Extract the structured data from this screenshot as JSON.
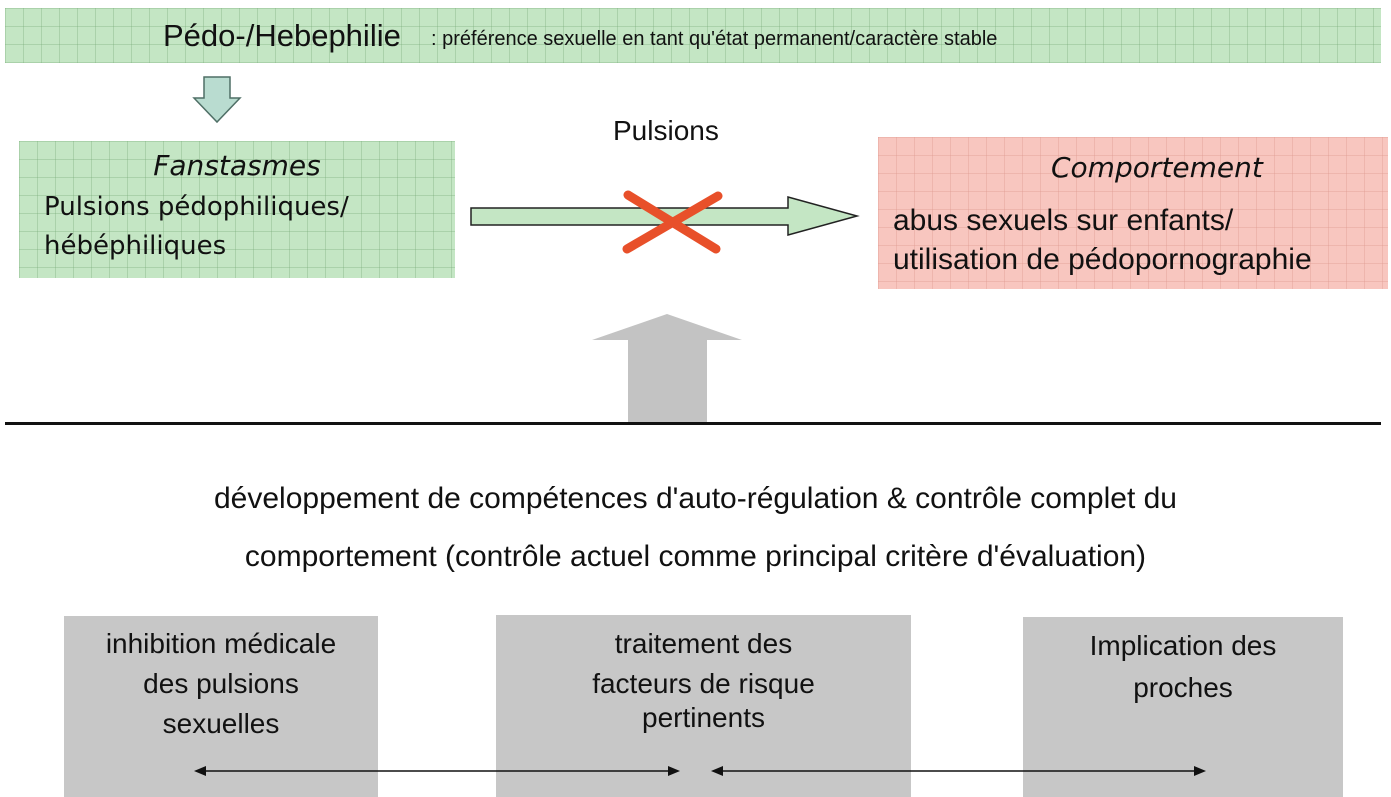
{
  "banner": {
    "title": "Pédo-/Hebephilie",
    "subtitle": ": préférence sexuelle en tant qu'état permanent/caractère stable"
  },
  "fantasy": {
    "heading": "Fanstasmes",
    "line1": "Pulsions pédophiliques/",
    "line2": "hébéphiliques"
  },
  "pulsions_label": "Pulsions",
  "behavior": {
    "heading": "Comportement",
    "line1": "abus sexuels sur enfants/",
    "line2": "utilisation de pédopornographie"
  },
  "center_text": {
    "line1": "développement de compétences d'auto-régulation  & contrôle complet du",
    "line2": "comportement (contrôle actuel comme principal critère d'évaluation)"
  },
  "boxes": {
    "medical": {
      "line1": "inhibition médicale",
      "line2": "des pulsions",
      "line3": "sexuelles"
    },
    "risk": {
      "line1": "traitement des",
      "line2": "facteurs de risque",
      "line3": "pertinents"
    },
    "family": {
      "line1": "Implication des",
      "line2": "proches"
    }
  },
  "colors": {
    "green_box": "#c4e6c4",
    "red_box": "#f8c6bf",
    "gray_box": "#c7c7c7",
    "cross": "#e8502a",
    "up_arrow": "#c3c3c3"
  },
  "icons": [
    "down-arrow-icon",
    "right-arrow-icon",
    "cross-icon",
    "up-arrow-icon",
    "double-arrow-icon"
  ]
}
